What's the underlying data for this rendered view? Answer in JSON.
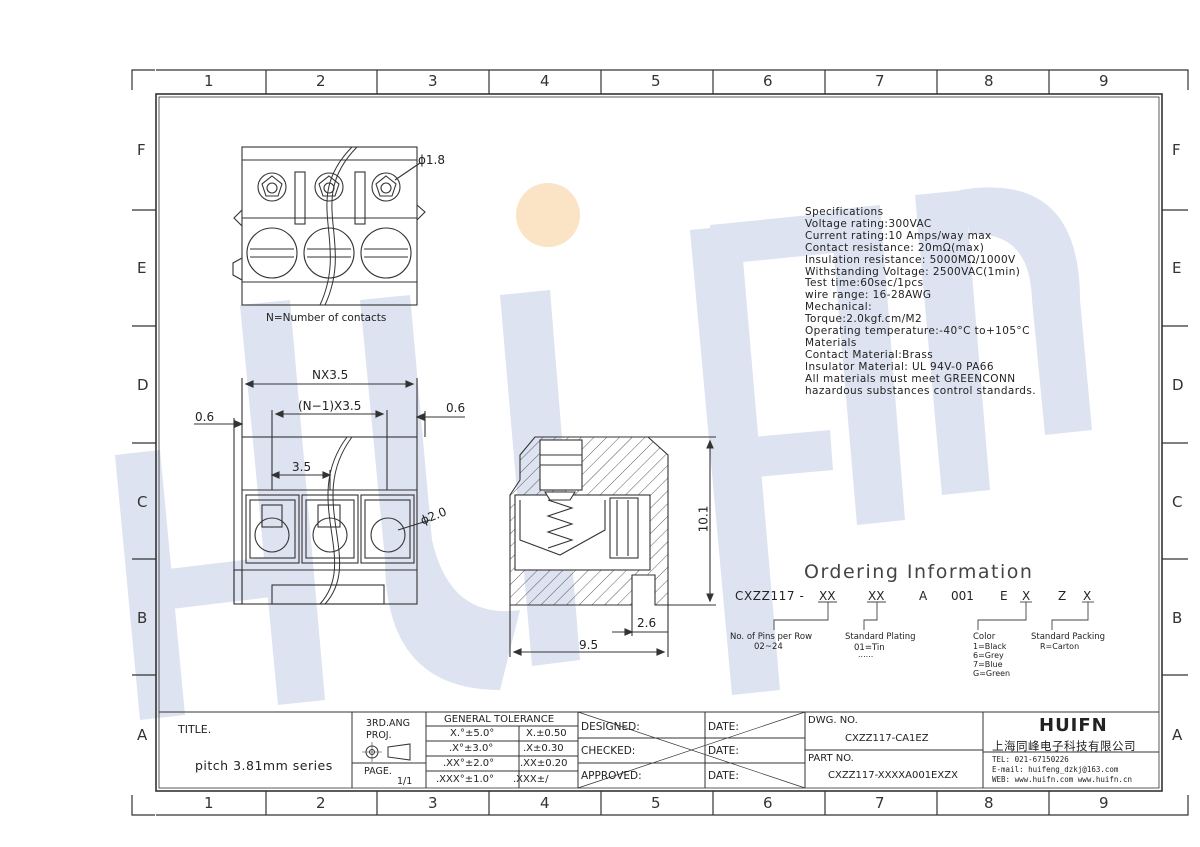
{
  "zones": {
    "columns": [
      "1",
      "2",
      "3",
      "4",
      "5",
      "6",
      "7",
      "8",
      "9"
    ],
    "rows": [
      "F",
      "E",
      "D",
      "C",
      "B",
      "A"
    ]
  },
  "watermark": "HUIFN",
  "top_view": {
    "diameter": "ϕ1.8",
    "caption": "N=Number of contacts"
  },
  "front_view": {
    "overall": "NX3.5",
    "inner": "(N−1)X3.5",
    "left_margin": "0.6",
    "right_margin": "0.6",
    "pitch": "3.5",
    "hole": "ϕ2.0"
  },
  "side_view": {
    "height": "10.1",
    "width": "9.5",
    "offset": "2.6"
  },
  "specifications": [
    "Specifications",
    "Voltage rating:300VAC",
    "Current rating:10 Amps/way max",
    "Contact resistance: 20mΩ(max)",
    "Insulation resistance: 5000MΩ/1000V",
    "Withstanding Voltage: 2500VAC(1min)",
    "Test time:60sec/1pcs",
    "wire range: 16-28AWG",
    "Mechanical:",
    "Torque:2.0kgf.cm/M2",
    "Operating temperature:-40°C to+105°C",
    "Materials",
    "Contact Material:Brass",
    "Insulator Material: UL 94V-0 PA66",
    "All materials must meet GREENCONN",
    "hazardous substances control standards."
  ],
  "ordering": {
    "title": "Ordering Information",
    "code": {
      "prefix": "CXZZ117 -",
      "xx1": "XX",
      "xx2": "XX",
      "a": "A",
      "n001": "001",
      "e": "E",
      "x1": "X",
      "z": "Z",
      "x2": "X"
    },
    "pins_label": "No. of Pins per Row",
    "pins_value": "02~24",
    "plating_label": "Standard Plating",
    "plating_value": "01=Tin",
    "plating_more": "......",
    "color_label": "Color",
    "color_values": [
      "1=Black",
      "6=Grey",
      "7=Blue",
      "G=Green"
    ],
    "packing_label": "Standard Packing",
    "packing_value": "R=Carton"
  },
  "title_block": {
    "title_label": "TITLE.",
    "title_value": "pitch 3.81mm series",
    "projection_1": "3RD.ANG",
    "projection_2": "PROJ.",
    "page_label": "PAGE.",
    "page_value": "1/1",
    "tolerance_header": "GENERAL TOLERANCE",
    "tolerances": [
      [
        "X.°±5.0°",
        "X.±0.50"
      ],
      [
        ".X°±3.0°",
        ".X±0.30"
      ],
      [
        ".XX°±2.0°",
        ".XX±0.20"
      ],
      [
        ".XXX°±1.0°",
        ".XXX±/"
      ]
    ],
    "designed": "DESIGNED:",
    "checked": "CHECKED:",
    "approved": "APPROVED:",
    "date": "DATE:",
    "dwg_label": "DWG. NO.",
    "dwg_value": "CXZZ117-CA1EZ",
    "part_label": "PART NO.",
    "part_value": "CXZZ117-XXXXA001EXZX",
    "company_logo": "HUIFN",
    "company_name": "上海同峰电子科技有限公司",
    "tel": "TEL: 021-67150226",
    "email": "E-mail: huifeng_dzkj@163.com",
    "web": "WEB: www.huifn.com  www.huifn.cn"
  },
  "colors": {
    "line": "#333333",
    "watermark": "#dfe5f1",
    "dot": "#fbe5c8"
  }
}
